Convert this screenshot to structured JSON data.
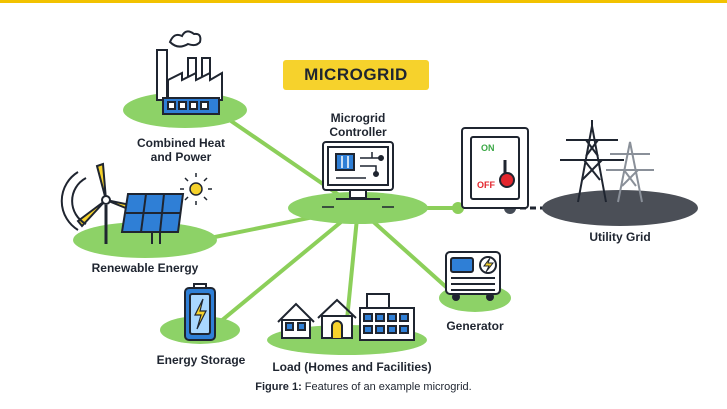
{
  "title": "MICROGRID",
  "nodes": {
    "controller": "Microgrid Controller",
    "chp_line1": "Combined Heat",
    "chp_line2": "and Power",
    "renewable": "Renewable Energy",
    "storage": "Energy Storage",
    "load": "Load (Homes and Facilities)",
    "generator": "Generator",
    "utility": "Utility Grid"
  },
  "switch": {
    "on": "ON",
    "off": "OFF"
  },
  "caption": {
    "label": "Figure 1:",
    "text": " Features of an example microgrid."
  },
  "colors": {
    "accent": "#f6d22c",
    "line": "#8ccf5a",
    "ellipse": "#8dd267",
    "outline": "#1f2530",
    "blue": "#2f7fd6",
    "red": "#e3262d"
  }
}
